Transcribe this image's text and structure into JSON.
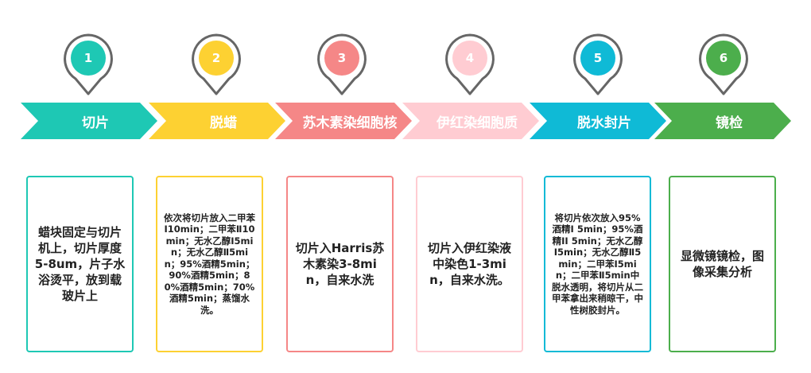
{
  "steps": [
    {
      "num": "1",
      "title": "切片",
      "text": "蜡块固定与切片机上，切片厚度5-8um，片子水浴烫平，放到载玻片上",
      "color": "#1ec8b4"
    },
    {
      "num": "2",
      "title": "脱蜡",
      "text": "依次将切片放入二甲苯Ⅰ10min；二甲苯Ⅱ10min；无水乙醇Ⅰ5min；无水乙醇Ⅱ5min；95%酒精5min；90%酒精5min；80%酒精5min；70%酒精5min；蒸馏水洗。",
      "color": "#fdd132"
    },
    {
      "num": "3",
      "title": "苏木素染细胞核",
      "text": "切片入Harris苏木素染3-8min，自来水洗",
      "color": "#f58787"
    },
    {
      "num": "4",
      "title": "伊红染细胞质",
      "text": "切片入伊红染液中染色1-3min，自来水洗。",
      "color": "#ffccd2"
    },
    {
      "num": "5",
      "title": "脱水封片",
      "text": "将切片依次放入95%酒精I 5min；95%酒精II 5min；无水乙醇Ⅰ5min；无水乙醇Ⅱ5min；二甲苯Ⅰ5min；二甲苯Ⅱ5min中脱水透明，将切片从二甲苯拿出来稍晾干，中性树胶封片。",
      "color": "#0fbad6"
    },
    {
      "num": "6",
      "title": "镜检",
      "text": "显微镜镜检，图像采集分析",
      "color": "#4cae4c"
    }
  ]
}
